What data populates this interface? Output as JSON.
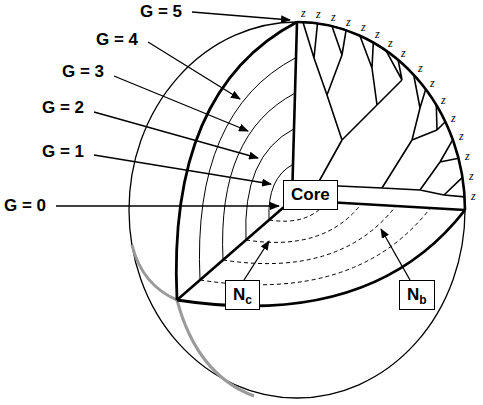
{
  "diagram": {
    "nodes": [
      {
        "text": [
          "Core"
        ]
      },
      {
        "text": [
          "Nc"
        ]
      },
      {
        "text": [
          "Nb"
        ]
      }
    ],
    "labels": [
      "G = 5",
      "G = 4",
      "G = 3",
      "G = 2",
      "G = 1",
      "G = 0",
      "z",
      "z",
      "z",
      "z",
      "z",
      "z",
      "z",
      "z",
      "z",
      "z",
      "z",
      "z",
      "z",
      "z",
      "z",
      "z"
    ]
  }
}
